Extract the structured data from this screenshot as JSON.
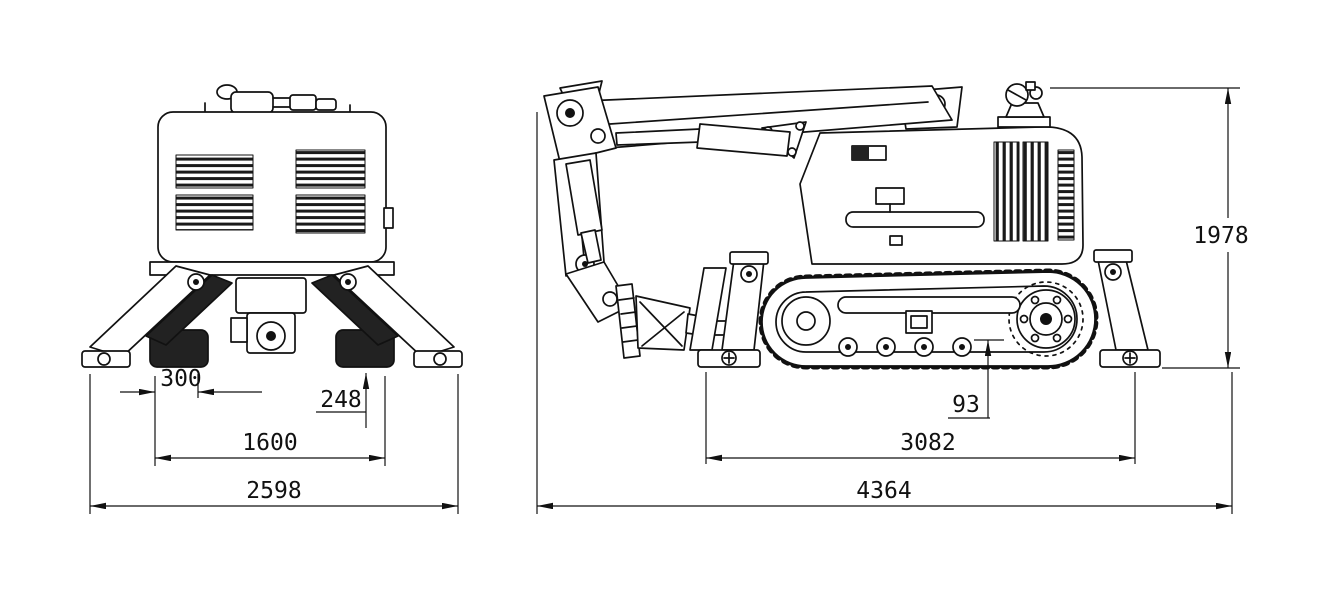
{
  "colors": {
    "line": "#111111",
    "background": "#ffffff",
    "dark_fill": "#222222"
  },
  "front_view": {
    "dim_300": "300",
    "dim_248": "248",
    "dim_1600": "1600",
    "dim_2598": "2598"
  },
  "side_view": {
    "dim_1978": "1978",
    "dim_93": "93",
    "dim_3082": "3082",
    "dim_4364": "4364"
  }
}
